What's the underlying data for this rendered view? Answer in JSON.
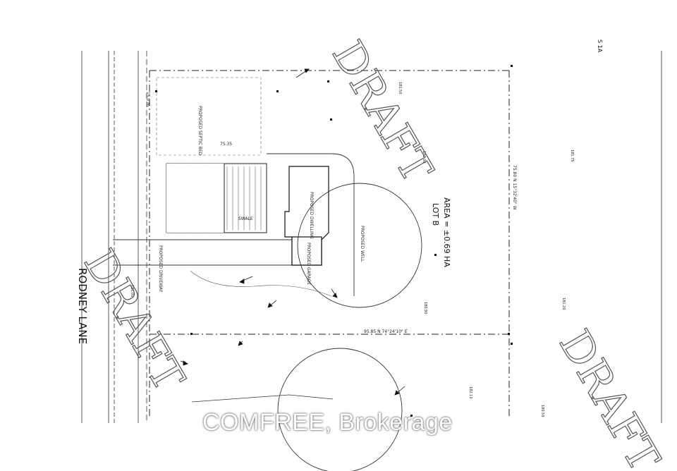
{
  "plan": {
    "road_label": "RODNEY LANE",
    "lot_label": "LOT B",
    "area_label": "AREA = ±0.69 HA",
    "section_label": "S\n1A",
    "watermarks": [
      "DRAFT",
      "DRAFT",
      "DRAFT"
    ],
    "driveway_label": "PROPOSED DRIVEWAY",
    "swale_label": "SWALE",
    "garage_label": "PROPOSED GARAGE",
    "dwelling_label": "PROPOSED DWELLING",
    "septic_label": "PROPOSED SEPTIC BED",
    "well_label": "PROPOSED WELL",
    "bearing_north": "75.35",
    "bearing_south": "95.85 N 74°24'10\" E",
    "bearing_east": "75.80 N 15°32'40\" W",
    "setback_note": "15.0 m",
    "spot_elevations": [
      "181.50",
      "182.00",
      "181.75",
      "180.90",
      "181.20",
      "182.10",
      "180.50",
      "181.00"
    ]
  },
  "brokerage": "COMFREE, Brokerage"
}
